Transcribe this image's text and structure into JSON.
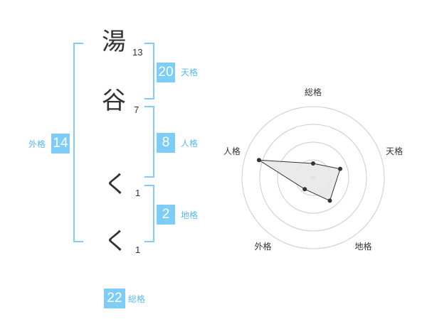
{
  "name_chars": [
    {
      "char": "湯",
      "strokes": "13"
    },
    {
      "char": "谷",
      "strokes": "7"
    },
    {
      "char": "く",
      "strokes": "1"
    },
    {
      "char": "く",
      "strokes": "1"
    }
  ],
  "fortunes": {
    "tenkaku": {
      "value": "20",
      "label": "天格"
    },
    "jinkaku": {
      "value": "8",
      "label": "人格"
    },
    "chikaku": {
      "value": "2",
      "label": "地格"
    },
    "gaikaku": {
      "value": "14",
      "label": "外格"
    },
    "soukaku": {
      "value": "22",
      "label": "総格"
    }
  },
  "chart_data": {
    "type": "radar",
    "axes": [
      "総格",
      "天格",
      "地格",
      "外格",
      "人格"
    ],
    "values": [
      1,
      2,
      2,
      1,
      4
    ],
    "rmax": 5,
    "rings": 4,
    "colors": {
      "fill": "#e6e6e6",
      "stroke": "#333333",
      "grid": "#cccccc",
      "center": "#cccccc"
    }
  }
}
